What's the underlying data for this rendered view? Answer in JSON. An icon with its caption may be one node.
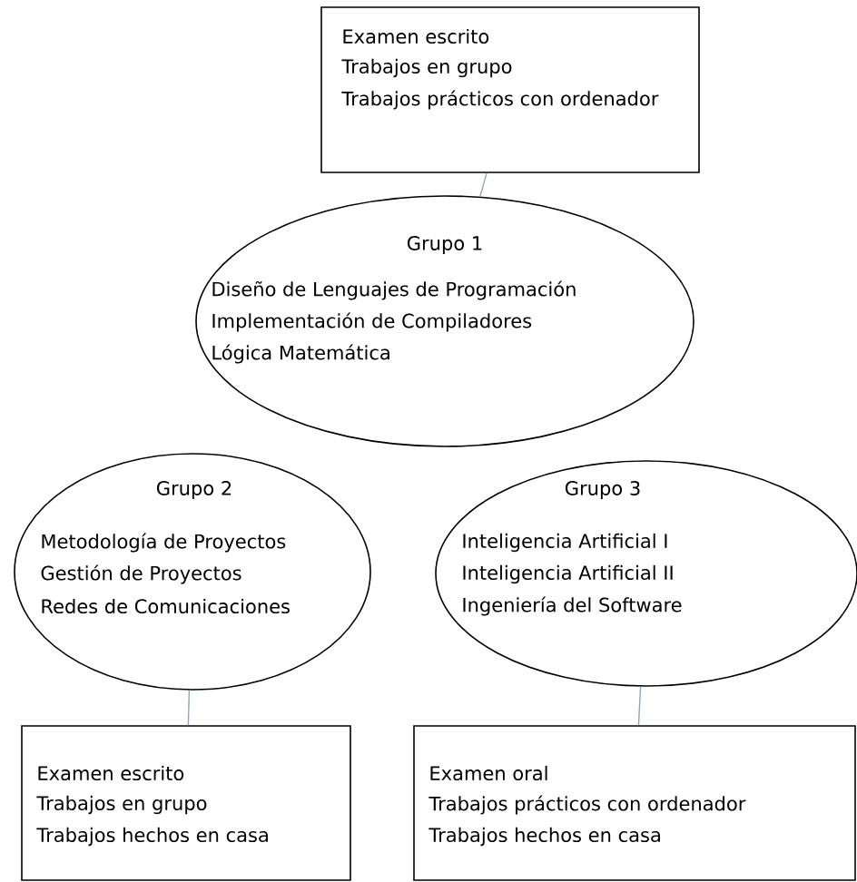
{
  "diagram": {
    "nodes": [
      {
        "text": [
          "Examen escrito",
          "Trabajos en grupo",
          "Trabajos prácticos con ordenador"
        ]
      },
      {
        "text": [
          "Grupo 1",
          "Diseño de Lenguajes de Programación",
          "Implementación de Compiladores",
          "Lógica Matemática"
        ]
      },
      {
        "text": [
          "Grupo 2",
          "Metodología de Proyectos",
          "Gestión de Proyectos",
          "Redes de Comunicaciones"
        ]
      },
      {
        "text": [
          "Grupo 3",
          "Inteligencia Artificial I",
          "Inteligencia Artificial II",
          "Ingeniería del Software"
        ]
      },
      {
        "text": [
          "Examen escrito",
          "Trabajos en grupo",
          "Trabajos hechos en casa"
        ]
      },
      {
        "text": [
          "Examen oral",
          "Trabajos prácticos con ordenador",
          "Trabajos hechos en casa"
        ]
      }
    ],
    "edges": [
      {
        "from": 0,
        "to": 1,
        "arrow": "none"
      },
      {
        "from": 2,
        "to": 4,
        "arrow": "none"
      },
      {
        "from": 3,
        "to": 5,
        "arrow": "none"
      }
    ]
  }
}
